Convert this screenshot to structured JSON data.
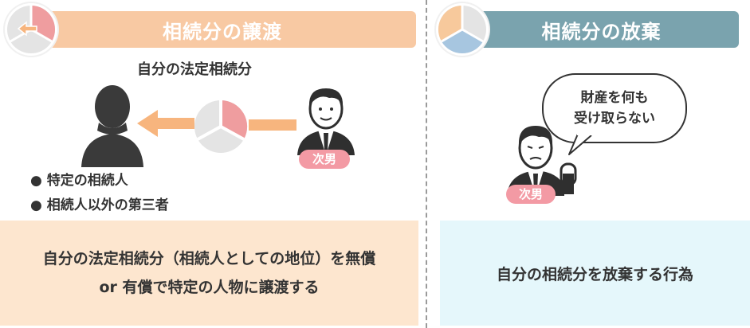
{
  "left": {
    "banner_title": "相続分の譲渡",
    "diagram_title": "自分の法定相続分",
    "person_label": "次男",
    "bullets": [
      "● 特定の相続人",
      "● 相続人以外の第三者"
    ],
    "description_line1": "自分の法定相続分（相続人としての地位）を無償",
    "description_line2": "or 有償で特定の人物に譲渡する"
  },
  "right": {
    "banner_title": "相続分の放棄",
    "speech_line1": "財産を何も",
    "speech_line2": "受け取らない",
    "person_label": "次男",
    "description": "自分の相続分を放棄する行為"
  },
  "colors": {
    "left_banner": "#f8c9a3",
    "right_banner": "#7aa3ae",
    "left_box": "#fde6cf",
    "right_box": "#e5f7fb",
    "pie_pink": "#ef9d9f",
    "pie_gray": "#e4e4e4",
    "pie_blue": "#a7c6e0",
    "pie_orange": "#f7c99c",
    "arrow": "#f7b57e"
  }
}
